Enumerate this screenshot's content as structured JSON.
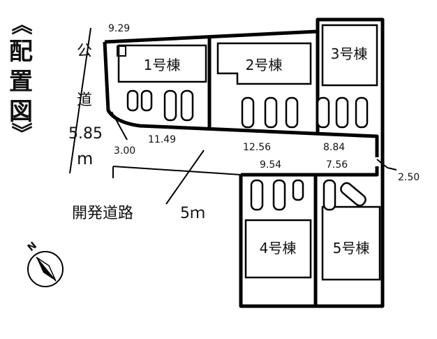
{
  "title": "《配置図》",
  "title_chars": [
    "《",
    "配",
    "置",
    "図",
    "》"
  ],
  "public_road": {
    "chars": [
      "公",
      "道"
    ],
    "width": "5.85",
    "unit": "m"
  },
  "dev_road": {
    "label": "開発道路",
    "width": "5ｍ"
  },
  "dimensions": {
    "top": "9.29",
    "left": "3.00",
    "d1": "11.49",
    "d2": "12.56",
    "d3": "8.84",
    "d4": "9.54",
    "d5": "7.56",
    "d6": "2.50"
  },
  "buildings": [
    "1号棟",
    "2号棟",
    "3号棟",
    "4号棟",
    "5号棟"
  ],
  "compass": "N"
}
